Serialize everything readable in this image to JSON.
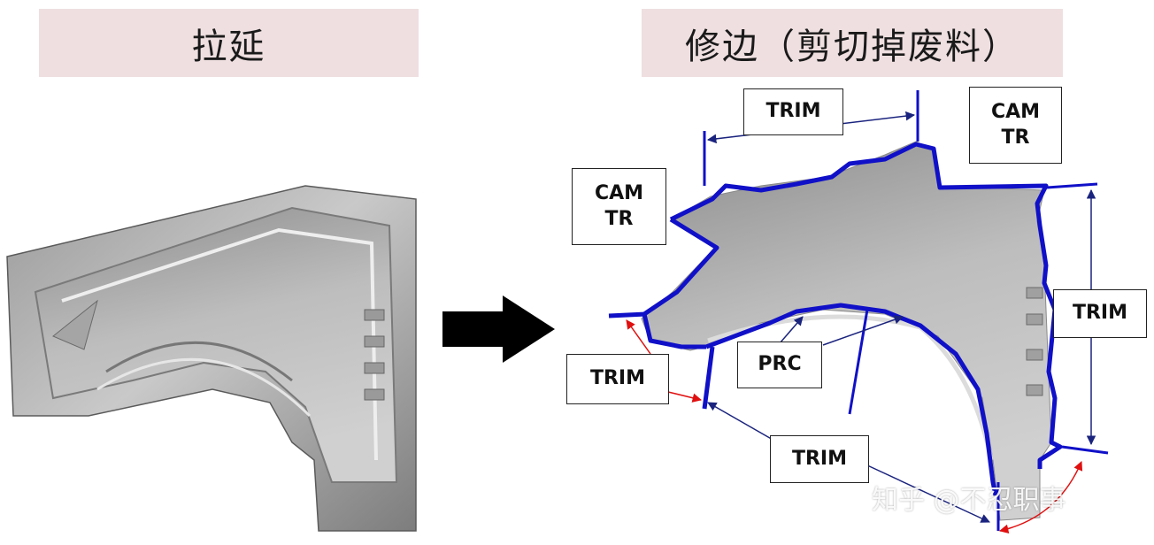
{
  "titles": {
    "left": "拉延",
    "right": "修边（剪切掉废料）"
  },
  "labels": {
    "trim_top": "TRIM",
    "cam_tr_right": "CAM\nTR",
    "cam_tr_left": "CAM\nTR",
    "trim_right": "TRIM",
    "trim_left": "TRIM",
    "prc": "PRC",
    "trim_bottom": "TRIM"
  },
  "watermark": "知乎 @不忍职事",
  "colors": {
    "title_bg": "#efdfe0",
    "trim_line": "#1010c8",
    "arrow_red": "#e01010"
  }
}
